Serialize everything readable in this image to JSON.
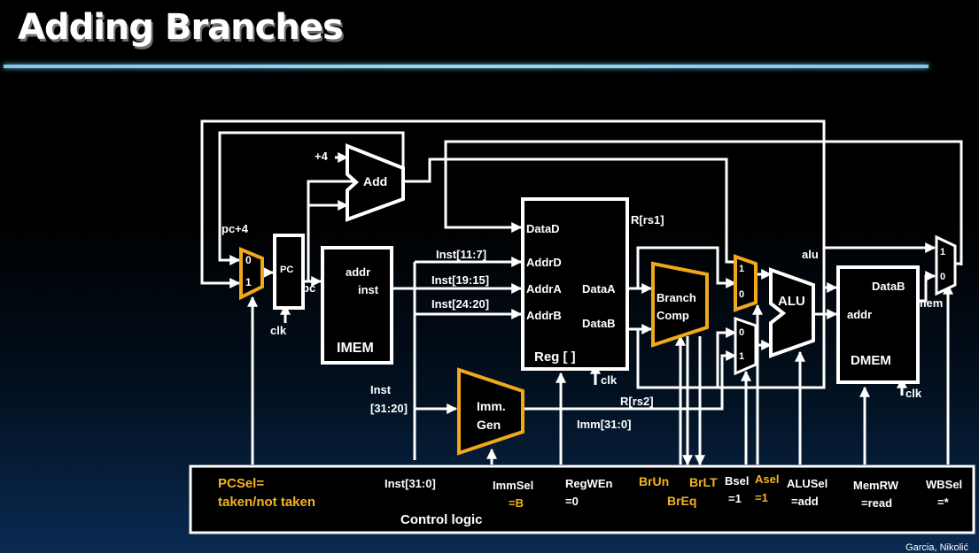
{
  "slide": {
    "title": "Adding Branches"
  },
  "blocks": {
    "add": "Add",
    "plus4": "+4",
    "pc": "PC",
    "pc_plus4": "pc+4",
    "imem": "IMEM",
    "addr": "addr",
    "inst": "inst",
    "pc_out": "pc",
    "clk": "clk",
    "reg": "Reg [ ]",
    "data_d": "DataD",
    "addr_d": "AddrD",
    "addr_a": "AddrA",
    "addr_b": "AddrB",
    "data_a": "DataA",
    "data_b": "DataB",
    "rrs1": "R[rs1]",
    "rrs2": "R[rs2]",
    "inst_11_7": "Inst[11:7]",
    "inst_19_15": "Inst[19:15]",
    "inst_24_20": "Inst[24:20]",
    "inst_31_20_a": "Inst",
    "inst_31_20_b": "[31:20]",
    "imm_gen_a": "Imm.",
    "imm_gen_b": "Gen",
    "imm_31_0": "Imm[31:0]",
    "branch_a": "Branch",
    "branch_b": "Comp",
    "alu": "ALU",
    "alu_out": "alu",
    "dmem": "DMEM",
    "dmem_addr": "addr",
    "dmem_datab": "DataB",
    "mem": "mem",
    "mux0": "0",
    "mux1": "1"
  },
  "control": {
    "title": "Control logic",
    "pcsel_a": "PCSel=",
    "pcsel_b": "taken/not taken",
    "inst": "Inst[31:0]",
    "immsel_a": "ImmSel",
    "immsel_b": "=B",
    "regwen_a": "RegWEn",
    "regwen_b": "=0",
    "brun": "BrUn",
    "brlt": "BrLT",
    "breq": "BrEq",
    "bsel_a": "Bsel",
    "bsel_b": "=1",
    "asel_a": "Asel",
    "asel_b": "=1",
    "alusel_a": "ALUSel",
    "alusel_b": "=add",
    "memrw_a": "MemRW",
    "memrw_b": "=read",
    "wbsel_a": "WBSel",
    "wbsel_b": "=*"
  },
  "footer": "Garcia, Nikolić",
  "colors": {
    "highlight": "#f5b321",
    "wire": "#ffffff",
    "rule": "#7ec9ea"
  }
}
